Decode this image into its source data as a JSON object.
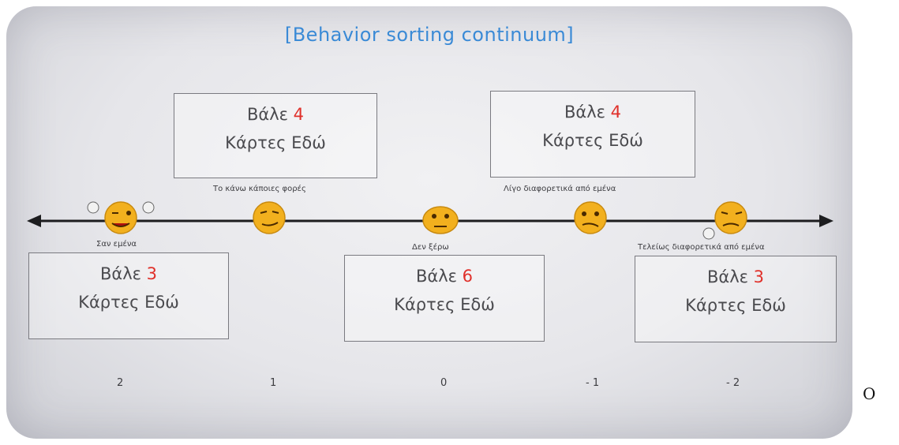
{
  "title": "[Behavior sorting continuum]",
  "cards": [
    {
      "prefix": "Βάλε ",
      "count": "4",
      "line2": "Κάρτες Εδώ"
    },
    {
      "prefix": "Βάλε ",
      "count": "4",
      "line2": "Κάρτες Εδώ"
    },
    {
      "prefix": "Βάλε ",
      "count": "3",
      "line2": "Κάρτες Εδώ"
    },
    {
      "prefix": "Βάλε ",
      "count": "6",
      "line2": "Κάρτες Εδώ"
    },
    {
      "prefix": "Βάλε ",
      "count": "3",
      "line2": "Κάρτες Εδώ"
    }
  ],
  "labels": {
    "sometimes": "Το κάνω κάποιες φορές",
    "somewhat_different": "Λίγο διαφορετικά από εμένα",
    "like_me": "Σαν εμένα",
    "dont_know": "Δεν ξέρω",
    "completely_different": "Τελείως διαφορετικά από εμένα"
  },
  "scale": [
    "2",
    "1",
    "0",
    "- 1",
    "- 2"
  ],
  "outside_text": "O",
  "colors": {
    "title": "#3a8ad6",
    "number": "#e0302a",
    "emoji": "#f2b01e"
  }
}
